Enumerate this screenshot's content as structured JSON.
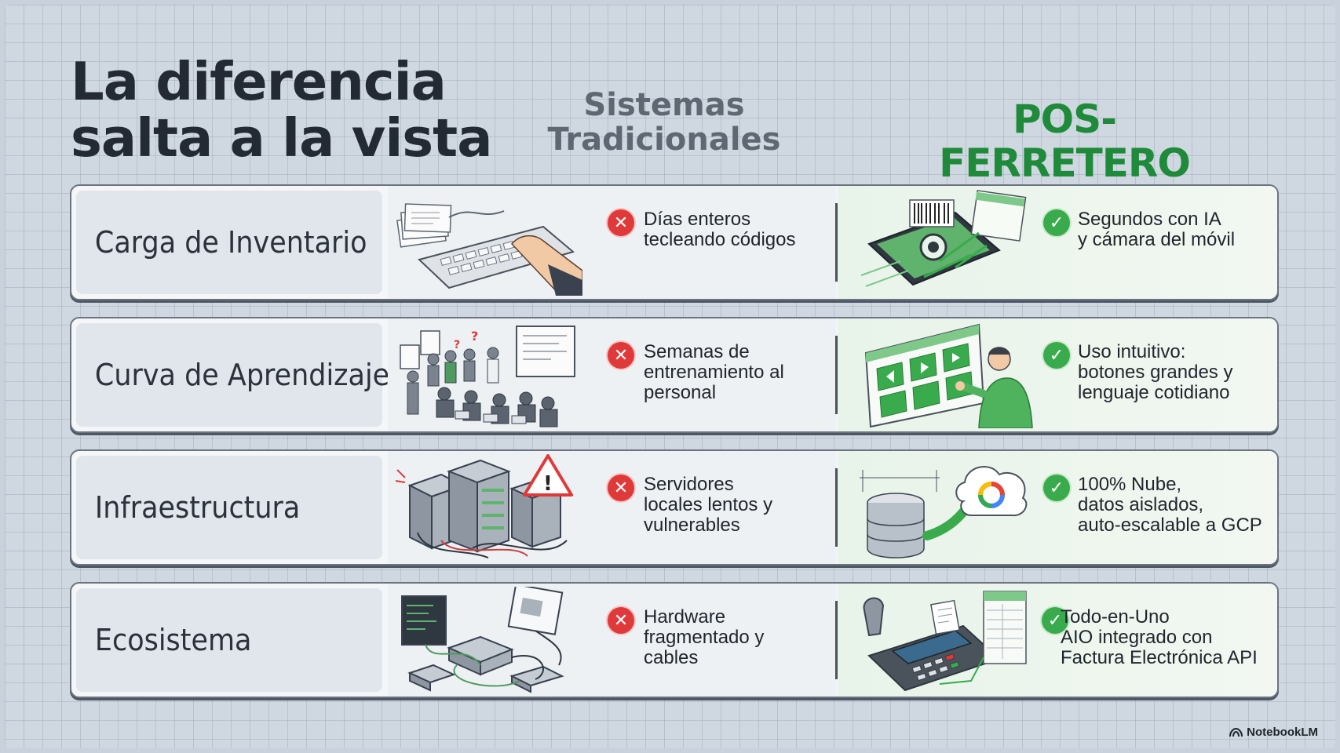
{
  "title": {
    "line1": "La diferencia",
    "line2": "salta a la vista"
  },
  "columns": {
    "traditional": {
      "line1": "Sistemas",
      "line2": "Tradicionales"
    },
    "pos": "POS-FERRETERO"
  },
  "rows": [
    {
      "label": "Carga de Inventario",
      "traditional": "Días enteros\ntecleando códigos",
      "pos": "Segundos con IA\ny cámara del móvil"
    },
    {
      "label": "Curva de Aprendizaje",
      "traditional": "Semanas de\nentrenamiento al\npersonal",
      "pos": "Uso intuitivo:\nbotones grandes y\nlenguaje cotidiano"
    },
    {
      "label": "Infraestructura",
      "traditional": "Servidores\nlocales lentos y\nvulnerables",
      "pos": "100% Nube,\ndatos aislados,\nauto-escalable a GCP"
    },
    {
      "label": "Ecosistema",
      "traditional": "Hardware\nfragmentado y\ncables",
      "pos": "Todo-en-Uno\nAIO integrado con\nFactura Electrónica API"
    }
  ],
  "icons": {
    "negative": "x-circle-icon",
    "positive": "check-circle-icon"
  },
  "colors": {
    "positive": "#3aab4c",
    "negative": "#e0393a",
    "brand_green": "#1e8a3a",
    "title": "#232a33"
  },
  "brand": "NotebookLM"
}
